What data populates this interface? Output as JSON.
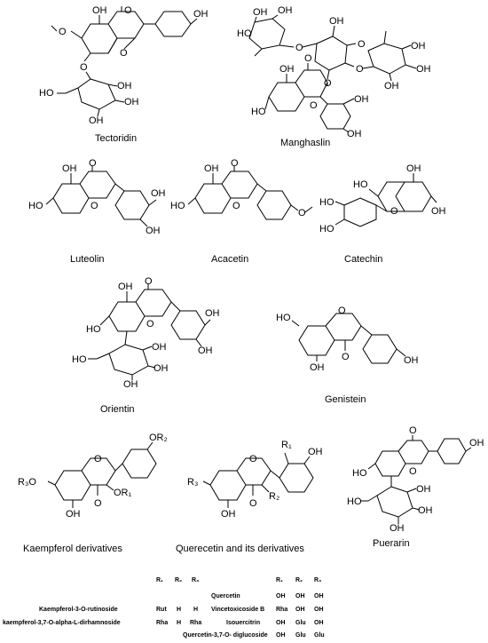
{
  "compounds": [
    {
      "name": "Tectoridin"
    },
    {
      "name": "Manghaslin"
    },
    {
      "name": "Luteolin"
    },
    {
      "name": "Acacetin"
    },
    {
      "name": "Catechin"
    },
    {
      "name": "Orientin"
    },
    {
      "name": "Genistein"
    },
    {
      "name": "Kaempferol  derivatives"
    },
    {
      "name": "Querecetin and its derivatives"
    },
    {
      "name": "Puerarin"
    }
  ],
  "atom_labels": {
    "oh": "OH",
    "ho": "HO",
    "o": "O",
    "ome": "O",
    "or1": "OR₁",
    "or2": "OR₂",
    "r3o": "R₃O",
    "r1": "R₁",
    "r2": "R₂",
    "r3": "R₃"
  },
  "kaempferol_table": {
    "headers": [
      "R₁",
      "R₂",
      "R₃"
    ],
    "rows": [
      {
        "name": "Kaempferol-3-O-rutinoside",
        "r1": "Rut",
        "r2": "H",
        "r3": "H"
      },
      {
        "name": "kaempferol-3,7-O-alpha-L-dirhamnoside",
        "r1": "Rha",
        "r2": "H",
        "r3": "Rha"
      }
    ]
  },
  "quercetin_table": {
    "headers": [
      "R₁",
      "R₂",
      "R₃"
    ],
    "rows": [
      {
        "name": "Quercetin",
        "r1": "OH",
        "r2": "OH",
        "r3": "OH"
      },
      {
        "name": "Vincetoxicoside B",
        "r1": "Rha",
        "r2": "OH",
        "r3": "OH"
      },
      {
        "name": "Isouercitrin",
        "r1": "OH",
        "r2": "Glu",
        "r3": "OH"
      },
      {
        "name": "Quercetin-3,7-O- diglucoside",
        "r1": "OH",
        "r2": "Glu",
        "r3": "Glu"
      }
    ]
  }
}
